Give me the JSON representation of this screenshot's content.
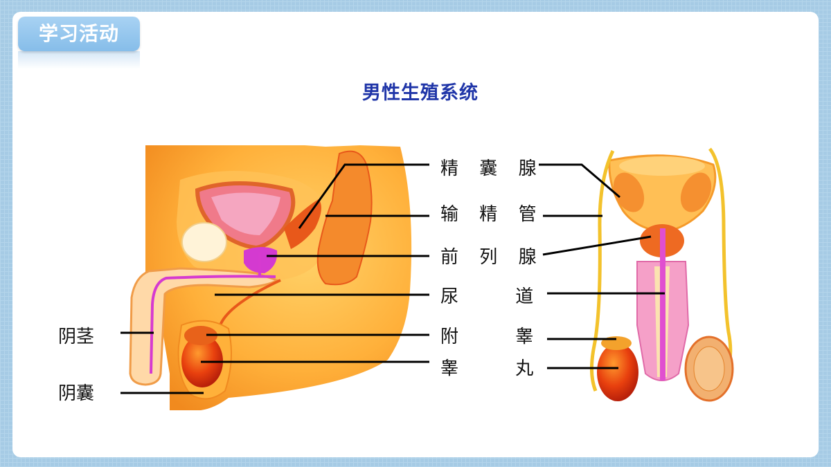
{
  "tag": {
    "label": "学习活动"
  },
  "title": "男性生殖系统",
  "labels": {
    "seminal_vesicle": [
      "精",
      "囊",
      "腺"
    ],
    "vas_deferens": [
      "输",
      "精",
      "管"
    ],
    "prostate": [
      "前",
      "列",
      "腺"
    ],
    "urethra": [
      "尿",
      "道"
    ],
    "epididymis": [
      "附",
      "睾"
    ],
    "testis": [
      "睾",
      "丸"
    ],
    "penis": "阴茎",
    "scrotum": "阴囊"
  }
}
